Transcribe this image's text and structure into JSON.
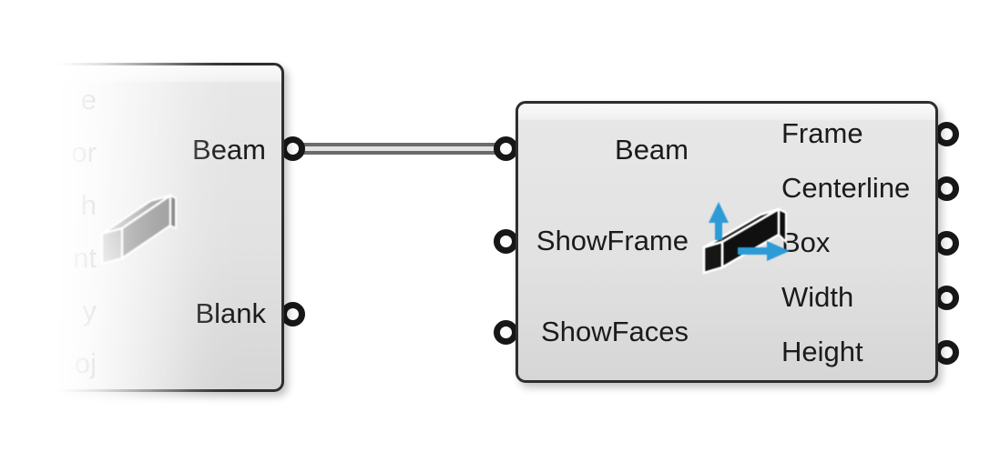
{
  "app": "grasshopper-node-canvas",
  "colors": {
    "canvas_background": "#ffffff",
    "wire_stroke": "#6b6b6b",
    "wire_gap": "#e2e2e2",
    "component_border": "#2e2e2e",
    "component_fill_top": "#fafafa",
    "component_fill_bottom": "#d6d6d6",
    "port_ring": "#171717",
    "text": "#1b1b1b",
    "icon_blue": "#2d9bd6",
    "icon_gray": "#6f6f6f",
    "icon_black": "#141414"
  },
  "wire": {
    "style": "double-line",
    "from": "left_component.outputs.Beam",
    "to": "right_component.inputs.Beam"
  },
  "left_component": {
    "name": "Beam component (partially faded off-canvas)",
    "icon": "gray-3d-beam-icon",
    "faded_input_labels": {
      "0": "e",
      "1": "or",
      "2": "h",
      "3": "nt",
      "4": "y",
      "5": "oj"
    },
    "outputs": [
      {
        "label": "Beam"
      },
      {
        "label": "Blank"
      }
    ]
  },
  "right_component": {
    "name": "Deconstruct Beam component",
    "icon": "black-3d-beam-with-blue-axis-arrows-icon",
    "inputs": [
      {
        "label": "Beam"
      },
      {
        "label": "ShowFrame"
      },
      {
        "label": "ShowFaces"
      }
    ],
    "outputs": [
      {
        "label": "Frame"
      },
      {
        "label": "Centerline"
      },
      {
        "label": "Box"
      },
      {
        "label": "Width"
      },
      {
        "label": "Height"
      }
    ]
  }
}
